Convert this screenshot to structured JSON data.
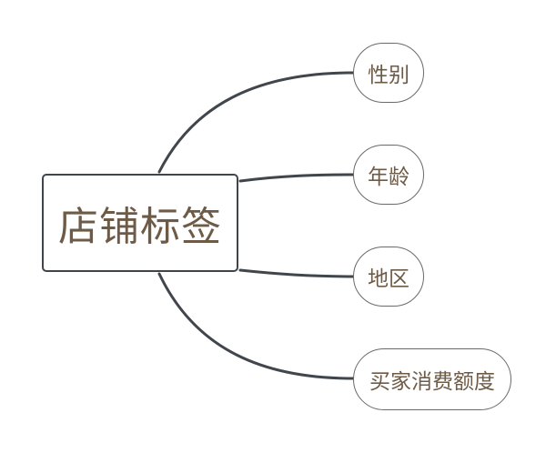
{
  "mindmap": {
    "root": {
      "label": "店铺标签"
    },
    "children": [
      {
        "label": "性别"
      },
      {
        "label": "年龄"
      },
      {
        "label": "地区"
      },
      {
        "label": "买家消费额度"
      }
    ]
  },
  "colors": {
    "text": "#6e5b47",
    "edge": "#40464c",
    "root_border": "#3f454b",
    "leaf_border": "#6a6a6a",
    "background": "#ffffff"
  }
}
